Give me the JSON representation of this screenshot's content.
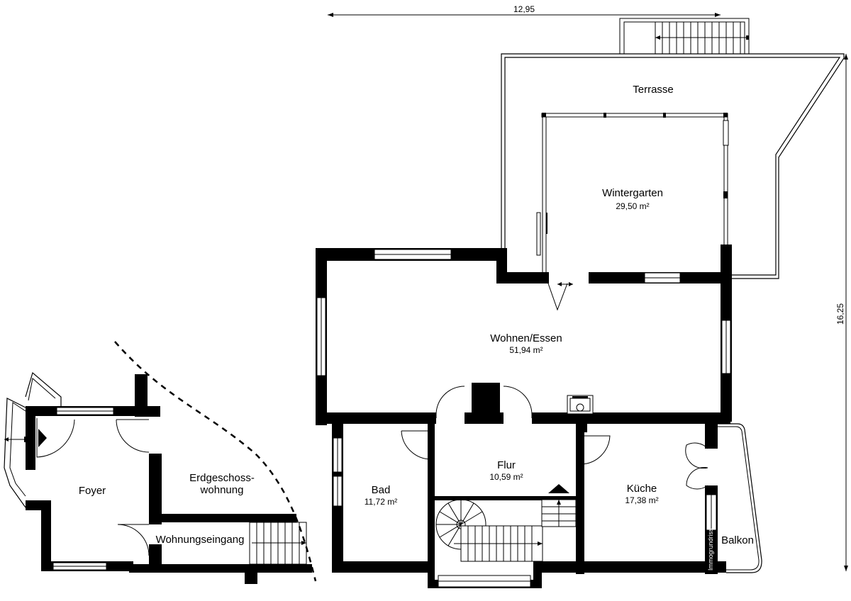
{
  "dimensions": {
    "width_label": "12,95",
    "height_label": "16,25"
  },
  "rooms": {
    "terrasse": {
      "name": "Terrasse"
    },
    "wintergarten": {
      "name": "Wintergarten",
      "area": "29,50 m²"
    },
    "wohnen": {
      "name": "Wohnen/Essen",
      "area": "51,94 m²"
    },
    "flur": {
      "name": "Flur",
      "area": "10,59 m²"
    },
    "bad": {
      "name": "Bad",
      "area": "11,72 m²"
    },
    "kueche": {
      "name": "Küche",
      "area": "17,38 m²"
    },
    "balkon": {
      "name": "Balkon"
    },
    "foyer": {
      "name": "Foyer"
    },
    "erdgeschoss_line1": "Erdgeschoss-",
    "erdgeschoss_line2": "wohnung",
    "wohnungseingang": "Wohnungseingang"
  },
  "watermark": "Immogrundriss"
}
